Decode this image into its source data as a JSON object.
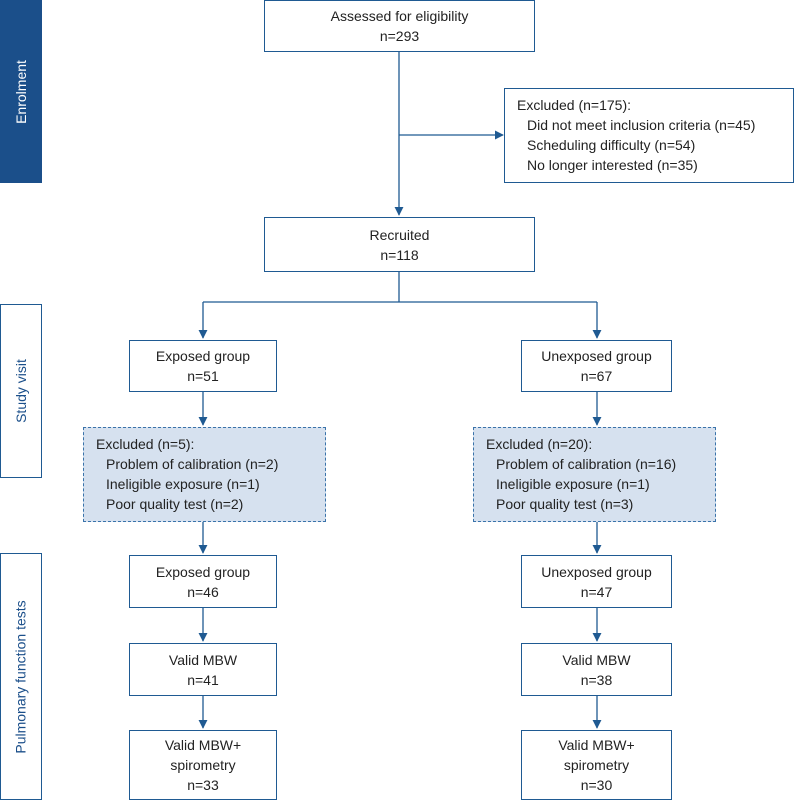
{
  "stages": {
    "enrolment": "Enrolment",
    "study_visit": "Study visit",
    "pulmonary": "Pulmonary function tests"
  },
  "assessed": {
    "line1": "Assessed for eligibility",
    "line2": "n=293"
  },
  "excluded_main": {
    "title": "Excluded (n=175):",
    "items": [
      "Did not meet inclusion criteria (n=45)",
      "Scheduling difficulty (n=54)",
      "No longer interested (n=35)"
    ]
  },
  "recruited": {
    "line1": "Recruited",
    "line2": "n=118"
  },
  "exposed": {
    "group": {
      "line1": "Exposed group",
      "line2": "n=51"
    },
    "excluded": {
      "title": "Excluded (n=5):",
      "items": [
        "Problem of calibration (n=2)",
        "Ineligible exposure (n=1)",
        "Poor quality test (n=2)"
      ]
    },
    "group2": {
      "line1": "Exposed group",
      "line2": "n=46"
    },
    "mbw": {
      "line1": "Valid MBW",
      "line2": "n=41"
    },
    "mbw_spiro": {
      "line1": "Valid MBW+",
      "line2": "spirometry",
      "line3": "n=33"
    }
  },
  "unexposed": {
    "group": {
      "line1": "Unexposed group",
      "line2": "n=67"
    },
    "excluded": {
      "title": "Excluded (n=20):",
      "items": [
        "Problem of calibration (n=16)",
        "Ineligible exposure (n=1)",
        "Poor quality test (n=3)"
      ]
    },
    "group2": {
      "line1": "Unexposed group",
      "line2": "n=47"
    },
    "mbw": {
      "line1": "Valid MBW",
      "line2": "n=38"
    },
    "mbw_spiro": {
      "line1": "Valid MBW+",
      "line2": "spirometry",
      "line3": "n=30"
    }
  },
  "colors": {
    "primary": "#1b4f8a",
    "border": "#1f5a92",
    "excluded_fill": "#d6e1ef"
  }
}
